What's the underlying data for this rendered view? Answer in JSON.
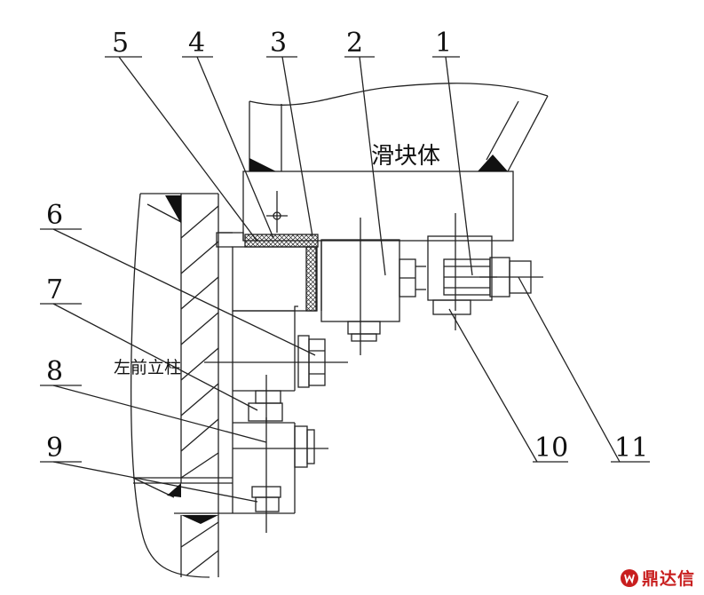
{
  "diagram": {
    "callouts": [
      "1",
      "2",
      "3",
      "4",
      "5",
      "6",
      "7",
      "8",
      "9",
      "10",
      "11"
    ],
    "text_slider": "滑块体",
    "text_pillar": "左前立柱"
  },
  "logo": {
    "text": "鼎达信",
    "color": "#c81e1e"
  }
}
